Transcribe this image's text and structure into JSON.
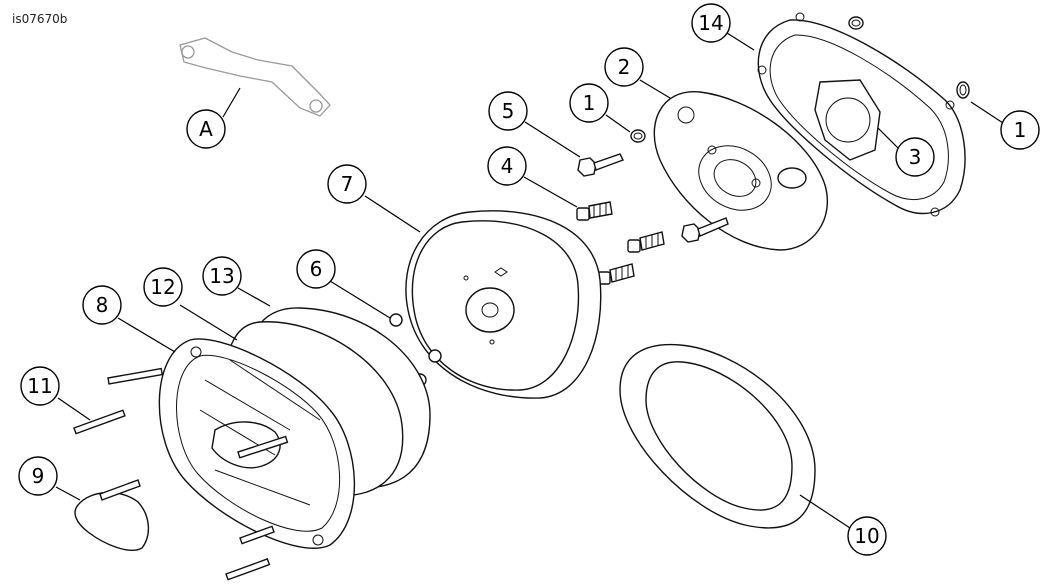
{
  "figure_id": "is07670b",
  "callouts": [
    {
      "label": "14"
    },
    {
      "label": "2"
    },
    {
      "label": "1"
    },
    {
      "label": "5"
    },
    {
      "label": "1"
    },
    {
      "label": "3"
    },
    {
      "label": "A"
    },
    {
      "label": "4"
    },
    {
      "label": "7"
    },
    {
      "label": "6"
    },
    {
      "label": "13"
    },
    {
      "label": "12"
    },
    {
      "label": "8"
    },
    {
      "label": "11"
    },
    {
      "label": "9"
    },
    {
      "label": "10"
    }
  ],
  "colors": {
    "line": "#111111",
    "ghost": "#9a9a9a",
    "background": "#ffffff"
  }
}
